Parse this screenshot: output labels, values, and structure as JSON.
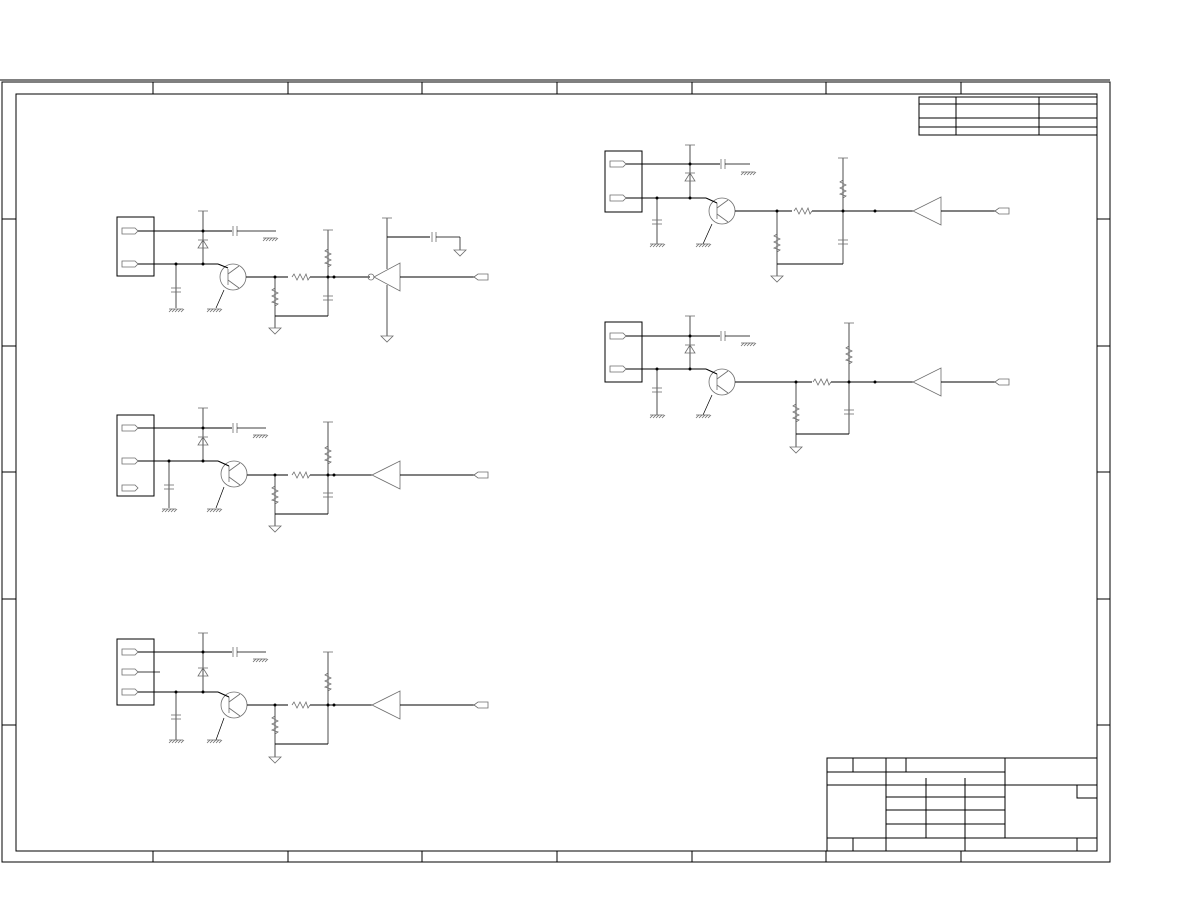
{
  "sheet": {
    "background": "#ffffff",
    "ink": "#000000",
    "component_ink": "#6e6e6e",
    "zones": {
      "columns": 8,
      "rows": 6
    }
  },
  "revision_table": {
    "rows": 3,
    "columns": 3
  },
  "title_block": {
    "cells_text": []
  },
  "circuits": [
    {
      "id": "input-stage-1",
      "connector_pins": 2,
      "buffer": "inverting",
      "output_connector": true
    },
    {
      "id": "input-stage-2",
      "connector_pins": 3,
      "buffer": "non-inverting",
      "output_connector": true
    },
    {
      "id": "input-stage-3",
      "connector_pins": 3,
      "buffer": "non-inverting",
      "output_connector": true
    },
    {
      "id": "input-stage-4",
      "connector_pins": 2,
      "buffer": "non-inverting",
      "output_connector": true
    },
    {
      "id": "input-stage-5",
      "connector_pins": 2,
      "buffer": "non-inverting",
      "output_connector": true
    }
  ]
}
